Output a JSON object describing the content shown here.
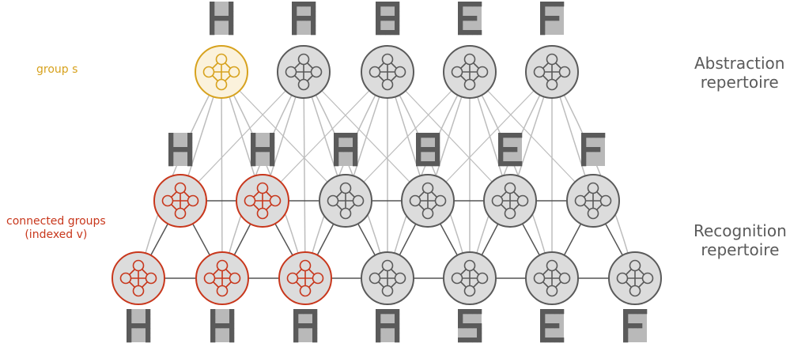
{
  "labels": {
    "group_s": "group s",
    "connected_groups_line1": "connected groups",
    "connected_groups_line2": "(indexed v)",
    "abstraction_line1": "Abstraction",
    "abstraction_line2": "repertoire",
    "recognition_line1": "Recognition",
    "recognition_line2": "repertoire"
  },
  "colors": {
    "highlight_gold": "#d7a21e",
    "highlight_red": "#c8371c",
    "node_gray_fill": "#dcdcdc",
    "node_gray_stroke": "#5a5a5a",
    "pixel_dark": "#5a5a5a",
    "pixel_light": "#b9b9b9",
    "edge_light": "#bdbdbd",
    "edge_dark": "#555555"
  },
  "nodes": {
    "abstraction": [
      {
        "status": "gold",
        "glyph": "H"
      },
      {
        "status": "gray",
        "glyph": "A"
      },
      {
        "status": "gray",
        "glyph": "B"
      },
      {
        "status": "gray",
        "glyph": "E"
      },
      {
        "status": "gray",
        "glyph": "F"
      }
    ],
    "recognition_upper": [
      {
        "status": "red",
        "glyph": "H"
      },
      {
        "status": "red",
        "glyph": "H"
      },
      {
        "status": "gray",
        "glyph": "A"
      },
      {
        "status": "gray",
        "glyph": "B"
      },
      {
        "status": "gray",
        "glyph": "E"
      },
      {
        "status": "gray",
        "glyph": "F"
      }
    ],
    "recognition_lower": [
      {
        "status": "red",
        "glyph": "H"
      },
      {
        "status": "red",
        "glyph": "H"
      },
      {
        "status": "red",
        "glyph": "A"
      },
      {
        "status": "gray",
        "glyph": "A"
      },
      {
        "status": "gray",
        "glyph": "S"
      },
      {
        "status": "gray",
        "glyph": "E"
      },
      {
        "status": "gray",
        "glyph": "F"
      }
    ]
  }
}
